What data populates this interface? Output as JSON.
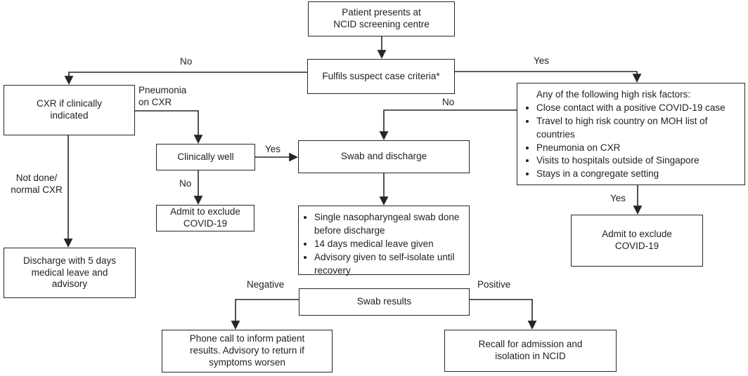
{
  "diagram": {
    "nodes": {
      "patient": "Patient presents at\nNCID screening centre",
      "fulfils": "Fulfils suspect case criteria*",
      "cxr": "CXR if clinically\nindicated",
      "clinically_well": "Clinically well",
      "admit_left": "Admit to exclude\nCOVID-19",
      "swab_discharge": "Swab and discharge",
      "swab_details": {
        "bullets": [
          "Single nasopharyngeal swab done before discharge",
          "14 days medical leave given",
          "Advisory given to self-isolate until recovery"
        ]
      },
      "high_risk": {
        "title": "Any of the following high risk factors:",
        "bullets": [
          "Close contact with a positive COVID-19 case",
          "Travel to high risk country on MOH list of countries",
          "Pneumonia on CXR",
          "Visits to hospitals outside of Singapore",
          "Stays in a congregate setting"
        ]
      },
      "admit_right": "Admit to exclude\nCOVID-19",
      "discharge_left": "Discharge with 5 days\nmedical leave and\nadvisory",
      "swab_results": "Swab results",
      "phone": "Phone call to inform patient\nresults. Advisory to return if\nsymptoms worsen",
      "recall": "Recall for admission and\nisolation in NCID"
    },
    "edge_labels": {
      "no_left": "No",
      "yes_right": "Yes",
      "pneumonia": "Pneumonia\non CXR",
      "not_done": "Not done/\nnormal CXR",
      "yes_clinically_well": "Yes",
      "no_clinically_well": "No",
      "no_high_risk": "No",
      "yes_high_risk": "Yes",
      "negative": "Negative",
      "positive": "Positive"
    },
    "colors": {
      "line": "#262626",
      "text": "#1f1f1f",
      "background": "#ffffff"
    }
  }
}
